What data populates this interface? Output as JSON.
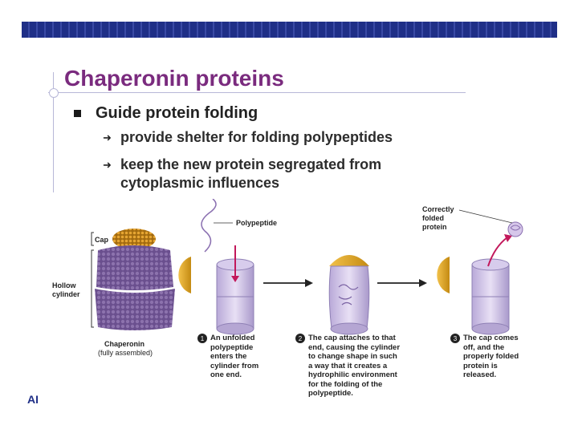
{
  "slide": {
    "title": "Chaperonin proteins",
    "bullet": "Guide protein folding",
    "subbullets": [
      "provide shelter for folding polypeptides",
      "keep the new protein segregated from cytoplasmic influences"
    ],
    "footer": "AI"
  },
  "figure": {
    "labels": {
      "cap": "Cap",
      "hollow": "Hollow",
      "cylinder": "cylinder",
      "chaperonin": "Chaperonin",
      "assembled": "(fully assembled)",
      "polypeptide": "Polypeptide",
      "correctly": "Correctly",
      "folded": "folded",
      "protein": "protein"
    },
    "steps": [
      {
        "num": "1",
        "lines": [
          "An unfolded",
          "polypeptide",
          "enters the",
          "cylinder from",
          "one end."
        ]
      },
      {
        "num": "2",
        "lines": [
          "The cap attaches to that",
          "end, causing the cylinder",
          "to change shape in such",
          "a way that it creates a",
          "hydrophilic environment",
          "for the folding of the",
          "polypeptide."
        ]
      },
      {
        "num": "3",
        "lines": [
          "The cap comes",
          "off, and the",
          "properly folded",
          "protein is",
          "released."
        ]
      }
    ]
  }
}
